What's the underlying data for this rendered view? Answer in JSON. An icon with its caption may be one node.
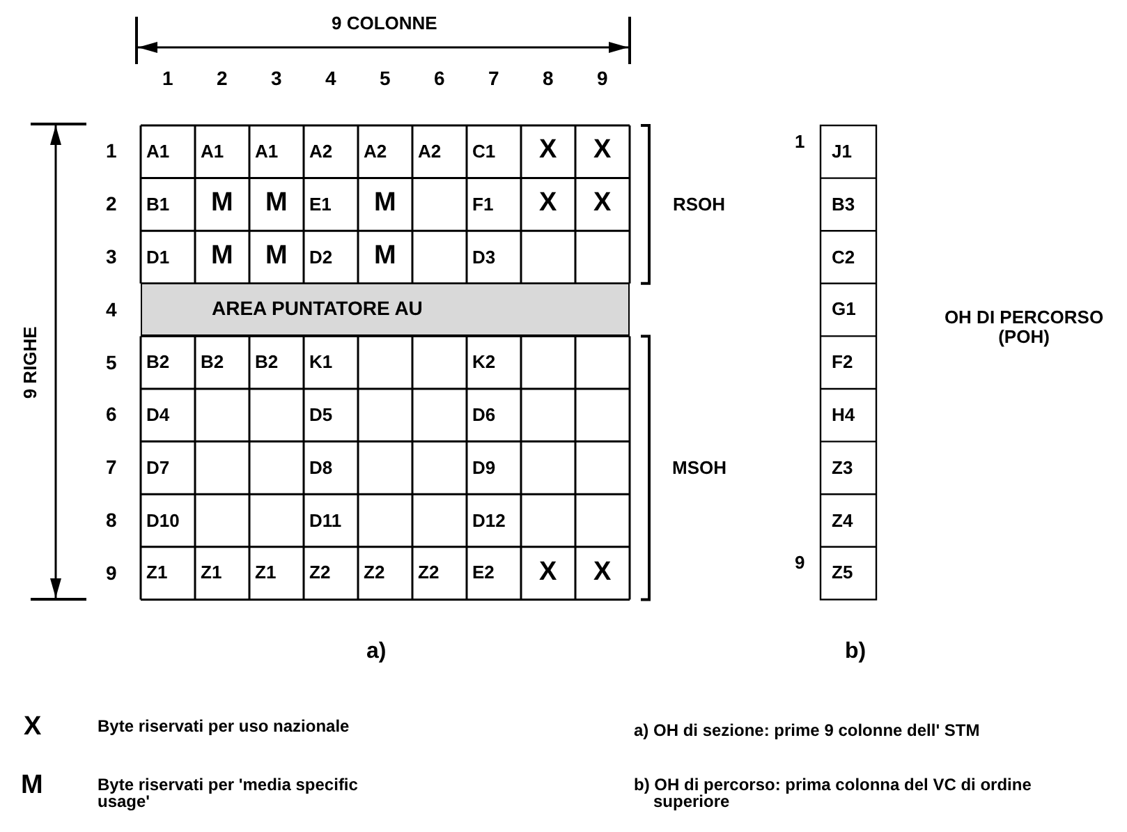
{
  "diagram": {
    "nodes": [
      {
        "text": [
          "AREA PUNTATORE AU"
        ]
      }
    ],
    "labels": [
      "9 COLONNE",
      "1",
      "2",
      "3",
      "4",
      "5",
      "6",
      "7",
      "8",
      "9",
      "9 RIGHE",
      "1",
      "A1",
      "A1",
      "A1",
      "A2",
      "A2",
      "A2",
      "C1",
      "X",
      "X",
      "2",
      "B1",
      "M",
      "M",
      "E1",
      "M",
      "F1",
      "X",
      "X",
      "3",
      "D1",
      "M",
      "M",
      "D2",
      "M",
      "D3",
      "4",
      "5",
      "B2",
      "B2",
      "B2",
      "K1",
      "K2",
      "6",
      "D4",
      "D5",
      "D6",
      "7",
      "D7",
      "D8",
      "D9",
      "8",
      "D10",
      "D11",
      "D12",
      "9",
      "Z1",
      "Z1",
      "Z1",
      "Z2",
      "Z2",
      "Z2",
      "E2",
      "X",
      "X",
      "RSOH",
      "MSOH",
      "1",
      "9",
      "J1",
      "B3",
      "C2",
      "G1",
      "F2",
      "H4",
      "Z3",
      "Z4",
      "Z5",
      "OH DI PERCORSO (POH)",
      "a)",
      "b)",
      "X",
      "Byte riservati per uso nazionale",
      "a) OH di sezione: prime 9 colonne dell' STM",
      "M",
      "Byte riservati per 'media specific usage'",
      "b) OH di percorso: prima colonna del VC di ordine superiore"
    ]
  }
}
